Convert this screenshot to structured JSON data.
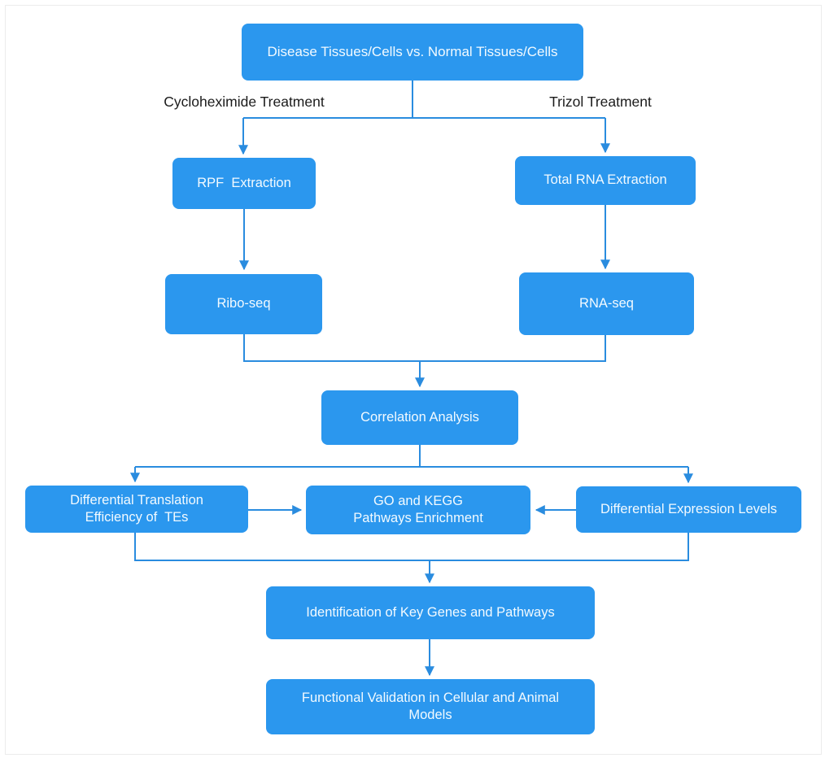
{
  "diagram": {
    "nodes": {
      "root": {
        "label": "Disease Tissues/Cells vs. Normal Tissues/Cells"
      },
      "rpf_extraction": {
        "label": "RPF  Extraction"
      },
      "total_rna_extraction": {
        "label": "Total RNA Extraction"
      },
      "ribo_seq": {
        "label": "Ribo-seq"
      },
      "rna_seq": {
        "label": "RNA-seq"
      },
      "correlation_analysis": {
        "label": "Correlation Analysis"
      },
      "diff_translation_efficiency": {
        "label": "Differential Translation\nEfficiency of  TEs"
      },
      "go_kegg_enrichment": {
        "label": "GO and KEGG\nPathways Enrichment"
      },
      "diff_expression_levels": {
        "label": "Differential Expression Levels"
      },
      "identification_key_genes": {
        "label": "Identification of Key Genes and Pathways"
      },
      "functional_validation": {
        "label": "Functional Validation in Cellular and Animal\nModels"
      }
    },
    "branch_labels": {
      "left": "Cycloheximide Treatment",
      "right": "Trizol Treatment"
    },
    "colors": {
      "node_fill": "#2b97ee",
      "connector": "#2a8cdf",
      "node_text": "#f2faff",
      "branch_label_text": "#1b1b1b"
    }
  }
}
